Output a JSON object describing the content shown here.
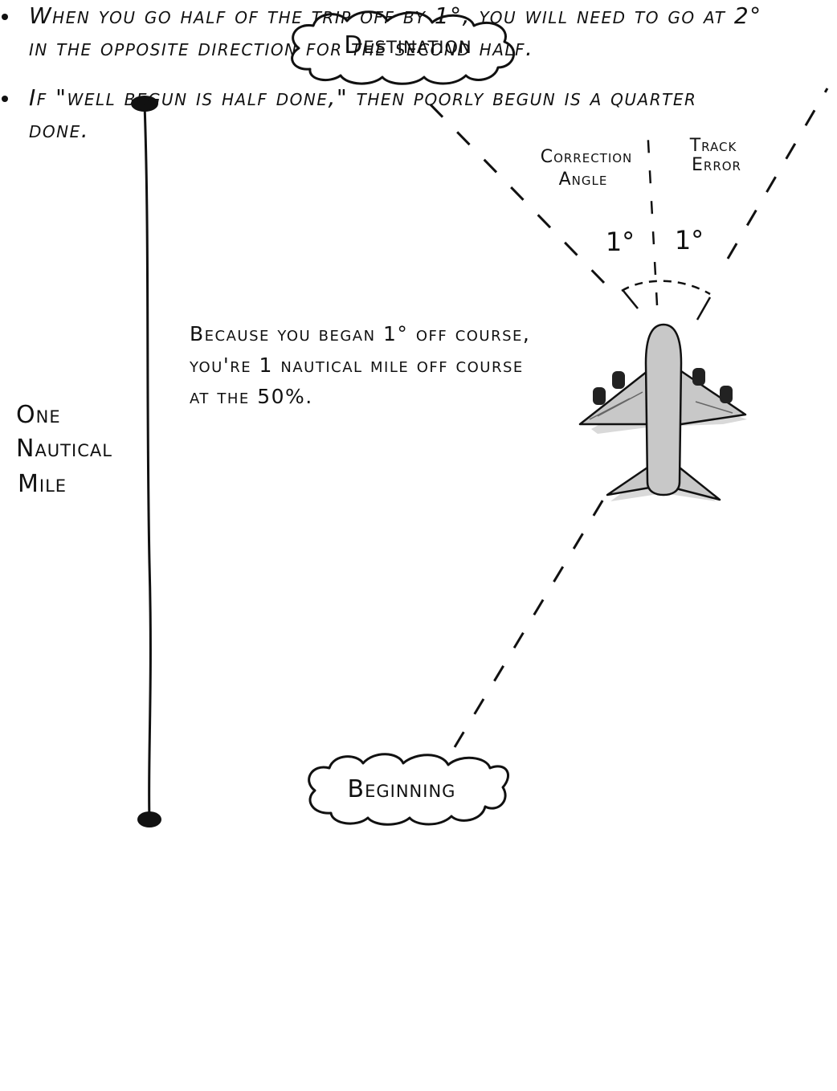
{
  "labels": {
    "destination": "Destination",
    "beginning": "Beginning",
    "correction_angle_line1": "Correction",
    "correction_angle_line2": "Angle",
    "track_error_line1": "Track",
    "track_error_line2": "Error",
    "correction_degrees": "1°",
    "track_error_degrees": "1°",
    "distance_line1": "One",
    "distance_line2": "Nautical",
    "distance_line3": "Mile"
  },
  "explanation": "Because you began 1° off course, you're 1 nautical mile off course at the 50%.",
  "bullets": [
    "When you go half of the trip off by 1°, you will need to go at 2° in the opposite direction for the second half.",
    "If \"well begun is half done,\" then poorly begun is a quarter done."
  ],
  "colors": {
    "ink": "#111111",
    "plane_fill": "#c8c8c8",
    "plane_shadow": "#d9d9d9"
  },
  "icons": {
    "airplane": "airplane-icon",
    "cloud": "cloud-icon"
  }
}
